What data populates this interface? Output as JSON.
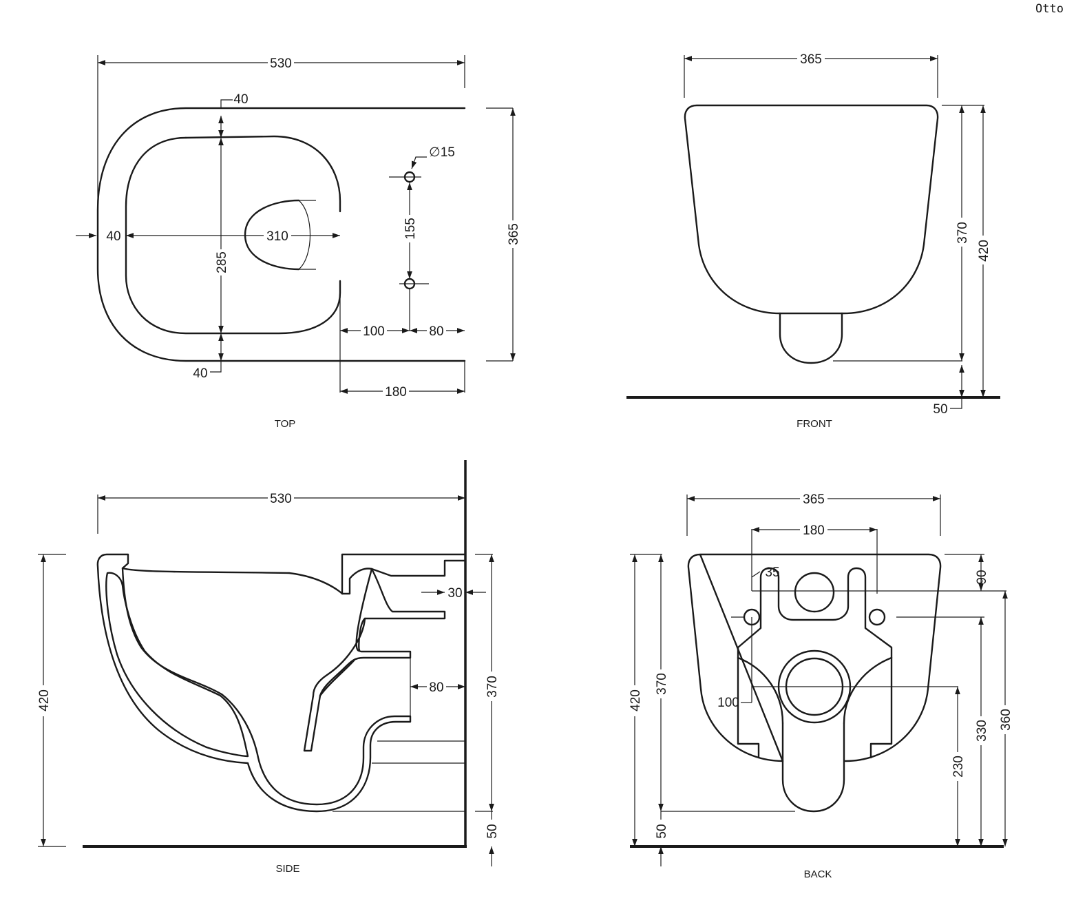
{
  "brand": "Otto",
  "views": {
    "top": {
      "title": "TOP",
      "dims": {
        "total_length": "530",
        "width": "365",
        "rim_top": "40",
        "rim_bottom": "40",
        "rim_left": "40",
        "inner_length": "310",
        "inner_width": "285",
        "hole_diameter": "∅15",
        "hole_spacing": "155",
        "hole_to_inner": "100",
        "hole_to_back": "80",
        "back_to_inner": "180"
      }
    },
    "front": {
      "title": "FRONT",
      "dims": {
        "width": "365",
        "bowl_height": "370",
        "total_height": "420",
        "floor_gap": "50"
      }
    },
    "side": {
      "title": "SIDE",
      "dims": {
        "length": "530",
        "height": "420",
        "bowl_height": "370",
        "floor_gap": "50",
        "inlet_offset": "30",
        "outlet_offset": "80"
      }
    },
    "back": {
      "title": "BACK",
      "dims": {
        "width": "365",
        "bolt_spacing": "180",
        "inlet_offset": "35",
        "outlet_offset": "100",
        "top_to_bolt": "90",
        "height": "420",
        "bowl_height": "370",
        "bolt_height": "330",
        "inlet_height": "360",
        "outlet_height": "230",
        "floor_gap": "50"
      }
    }
  }
}
